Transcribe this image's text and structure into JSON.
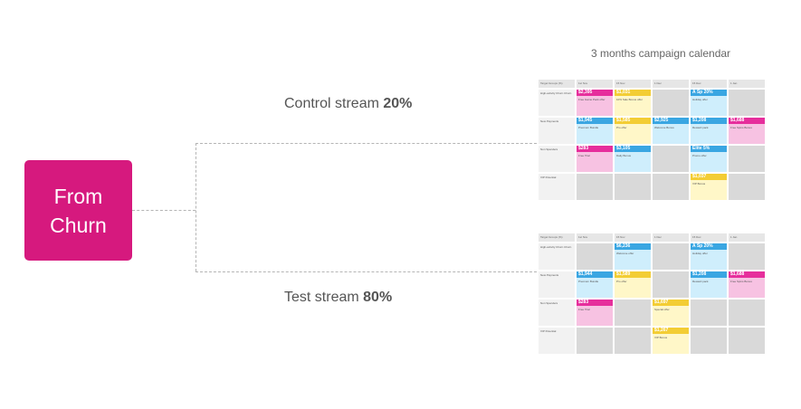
{
  "source": {
    "label": "From\nChurn",
    "color": "#d6197e"
  },
  "title": "3 months campaign calendar",
  "control": {
    "label": "Control stream",
    "pct": "20%"
  },
  "test": {
    "label": "Test stream",
    "pct": "80%"
  },
  "colors": {
    "pink": "#e62e9c",
    "blue": "#3aa6e2",
    "yellow": "#f3cd34",
    "empty": "#d9d9d9",
    "connector": "#b5b5b5"
  },
  "calendars": [
    {
      "id": "control",
      "headers": [
        "Target Groups (%)",
        "1st Nov",
        "15 Nov",
        "1 Dec",
        "15 Dec",
        "1 Jan"
      ],
      "rows": [
        {
          "label": "High-activity Churn Churn",
          "cells": [
            {
              "color": "pink",
              "head": "$2,395",
              "body": "Free Game Pack offer"
            },
            {
              "color": "yellow",
              "head": "$1,031",
              "body": "10% Sale Bonus offer"
            },
            {
              "color": "empty",
              "head": "",
              "body": ""
            },
            {
              "color": "blue",
              "head": "A Sp 20%",
              "body": "Holiday offer"
            },
            {
              "color": "empty",
              "head": "",
              "body": ""
            }
          ]
        },
        {
          "label": "New Payments",
          "cells": [
            {
              "color": "blue",
              "head": "$1,945",
              "body": "Premium Bundle"
            },
            {
              "color": "yellow",
              "head": "$1,585",
              "body": "Pro offer"
            },
            {
              "color": "blue",
              "head": "$2,925",
              "body": "Welcome Bonus"
            },
            {
              "color": "blue",
              "head": "$1,208",
              "body": "Reward pack"
            },
            {
              "color": "pink",
              "head": "$1,688",
              "body": "Free Spins Bonus"
            }
          ]
        },
        {
          "label": "Non Spenders",
          "cells": [
            {
              "color": "pink",
              "head": "$283",
              "body": "Free Trial"
            },
            {
              "color": "blue",
              "head": "$3,105",
              "body": "Daily Bonus"
            },
            {
              "color": "empty",
              "head": "",
              "body": ""
            },
            {
              "color": "blue",
              "head": "Elite 5%",
              "body": "Promo offer"
            },
            {
              "color": "empty",
              "head": "",
              "body": ""
            }
          ]
        },
        {
          "label": "VIP Potential",
          "cells": [
            {
              "color": "empty",
              "head": "",
              "body": ""
            },
            {
              "color": "empty",
              "head": "",
              "body": ""
            },
            {
              "color": "empty",
              "head": "",
              "body": ""
            },
            {
              "color": "yellow",
              "head": "$1,037",
              "body": "VIP Bonus"
            },
            {
              "color": "empty",
              "head": "",
              "body": ""
            }
          ]
        }
      ]
    },
    {
      "id": "test",
      "headers": [
        "Target Groups (%)",
        "1st Nov",
        "15 Nov",
        "1 Dec",
        "15 Dec",
        "1 Jan"
      ],
      "rows": [
        {
          "label": "High-activity Churn Churn",
          "cells": [
            {
              "color": "empty",
              "head": "",
              "body": ""
            },
            {
              "color": "blue",
              "head": "$6,236",
              "body": "Welcome offer"
            },
            {
              "color": "empty",
              "head": "",
              "body": ""
            },
            {
              "color": "blue",
              "head": "A Sp 20%",
              "body": "Holiday offer"
            },
            {
              "color": "empty",
              "head": "",
              "body": ""
            }
          ]
        },
        {
          "label": "New Payments",
          "cells": [
            {
              "color": "blue",
              "head": "$1,944",
              "body": "Premium Bundle"
            },
            {
              "color": "yellow",
              "head": "$1,589",
              "body": "Pro offer"
            },
            {
              "color": "empty",
              "head": "",
              "body": ""
            },
            {
              "color": "blue",
              "head": "$1,208",
              "body": "Reward pack"
            },
            {
              "color": "pink",
              "head": "$1,688",
              "body": "Free Spins Bonus"
            }
          ]
        },
        {
          "label": "Non Spenders",
          "cells": [
            {
              "color": "pink",
              "head": "$283",
              "body": "Free Trial"
            },
            {
              "color": "empty",
              "head": "",
              "body": ""
            },
            {
              "color": "yellow",
              "head": "$1,697",
              "body": "Special offer"
            },
            {
              "color": "empty",
              "head": "",
              "body": ""
            },
            {
              "color": "empty",
              "head": "",
              "body": ""
            }
          ]
        },
        {
          "label": "VIP Potential",
          "cells": [
            {
              "color": "empty",
              "head": "",
              "body": ""
            },
            {
              "color": "empty",
              "head": "",
              "body": ""
            },
            {
              "color": "yellow",
              "head": "$1,267",
              "body": "VIP Bonus"
            },
            {
              "color": "empty",
              "head": "",
              "body": ""
            },
            {
              "color": "empty",
              "head": "",
              "body": ""
            }
          ]
        }
      ]
    }
  ]
}
